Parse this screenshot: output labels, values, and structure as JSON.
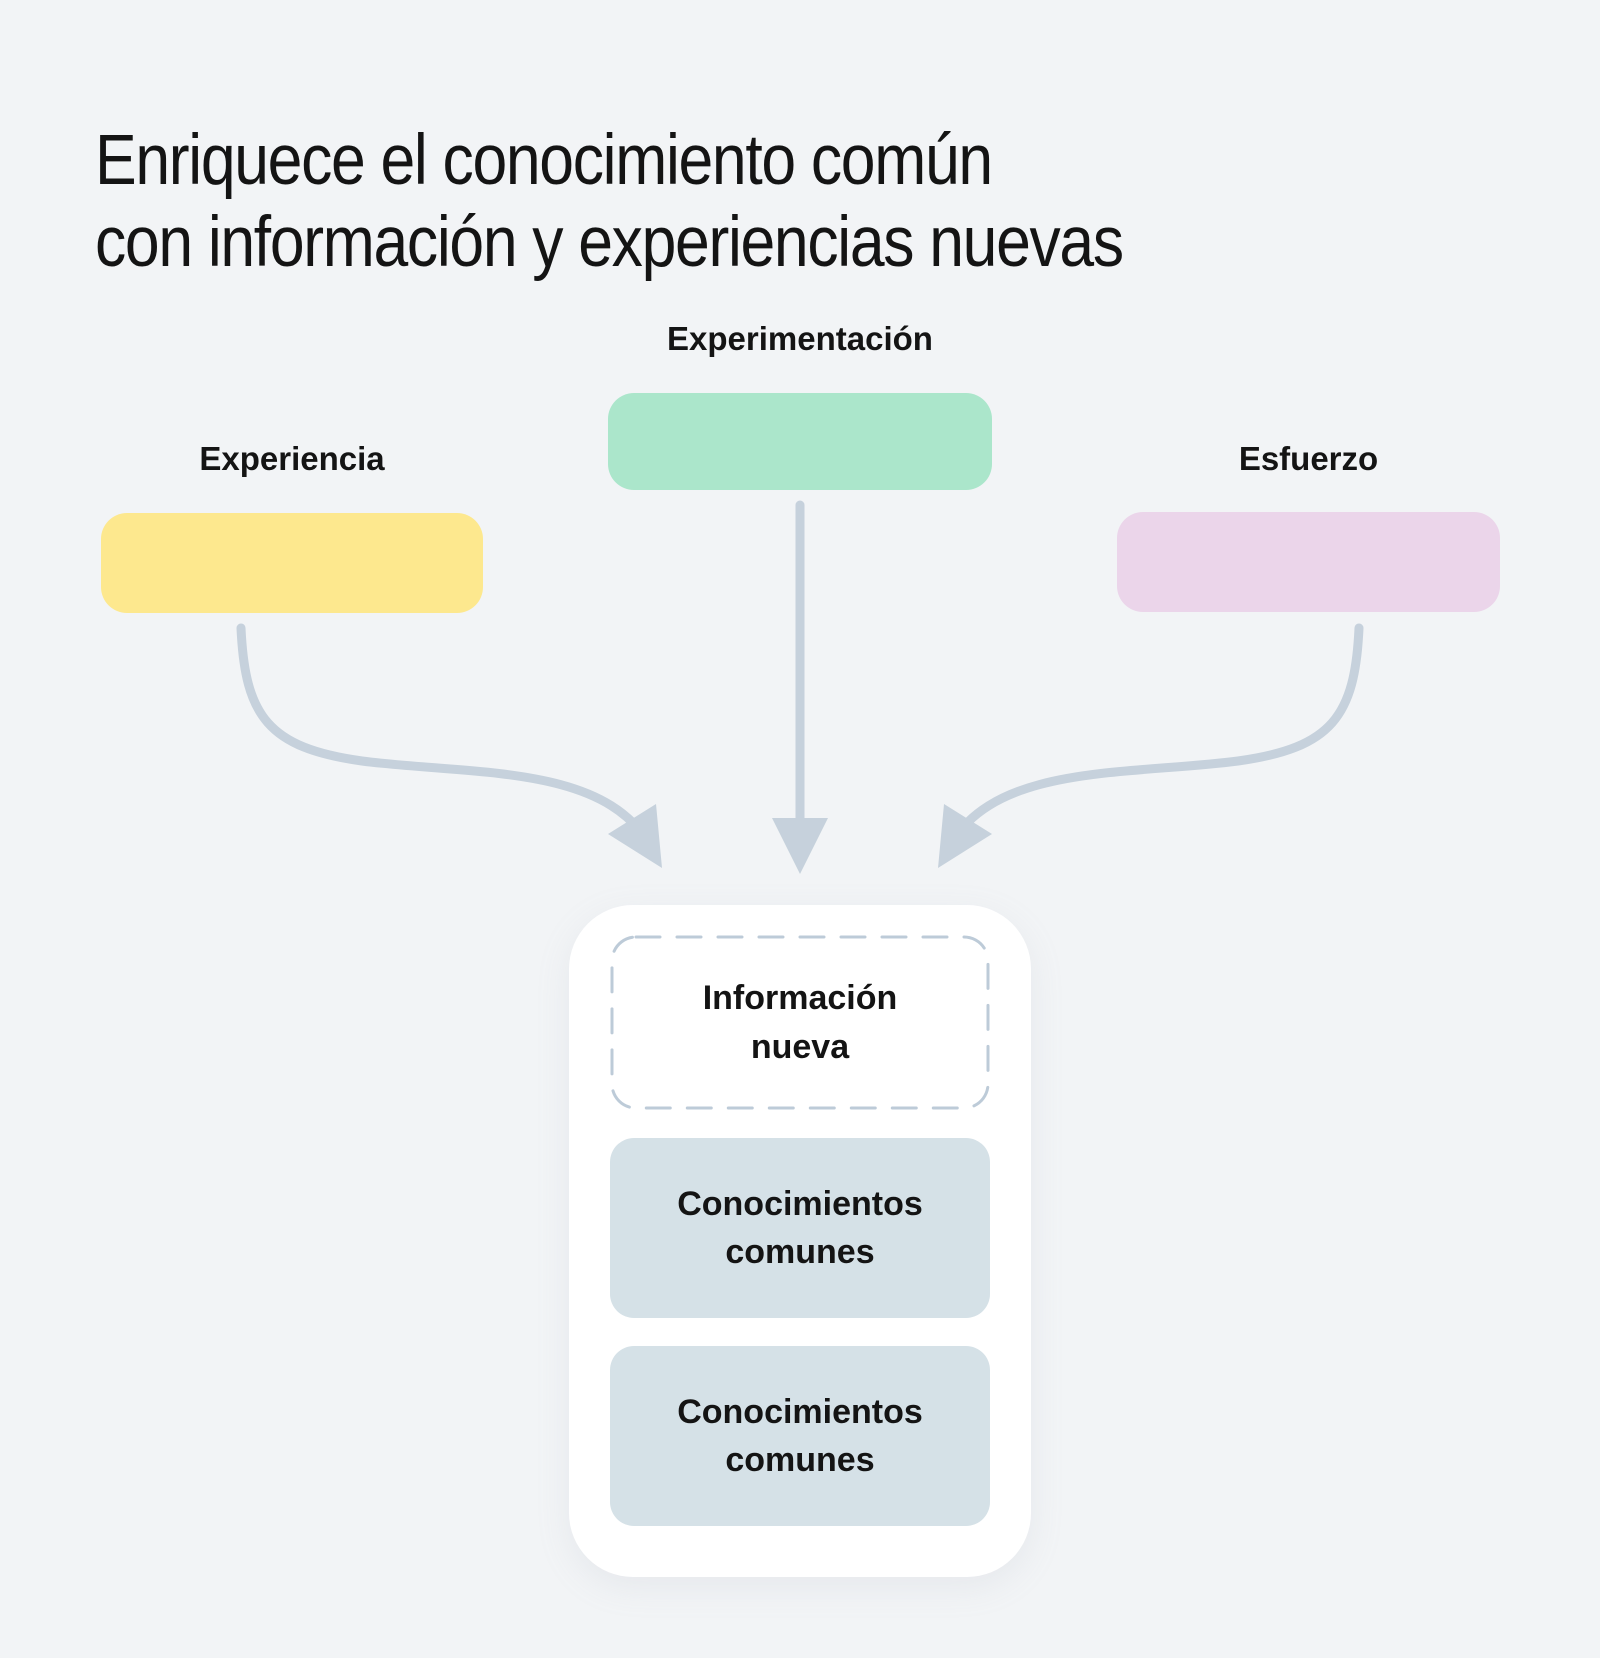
{
  "title": {
    "line1": "Enriquece el conocimiento común",
    "line2": "con información y experiencias nuevas"
  },
  "sources": {
    "experiencia": {
      "label": "Experiencia"
    },
    "experimentacion": {
      "label": "Experimentación"
    },
    "esfuerzo": {
      "label": "Esfuerzo"
    }
  },
  "result": {
    "informacion_nueva": {
      "label": "Información nueva"
    },
    "conocimientos_1": {
      "label": "Conocimientos comunes"
    },
    "conocimientos_2": {
      "label": "Conocimientos comunes"
    }
  },
  "colors": {
    "background": "#F2F4F6",
    "text": "#141414",
    "experiencia_fill": "#FDE88E",
    "experimentacion_fill": "#ABE6CB",
    "esfuerzo_fill": "#EBD5EA",
    "arrow": "#C6D1DC",
    "dashed_border": "#BDCBD8",
    "common_fill": "#D5E1E7",
    "container_fill": "#FFFFFF"
  }
}
